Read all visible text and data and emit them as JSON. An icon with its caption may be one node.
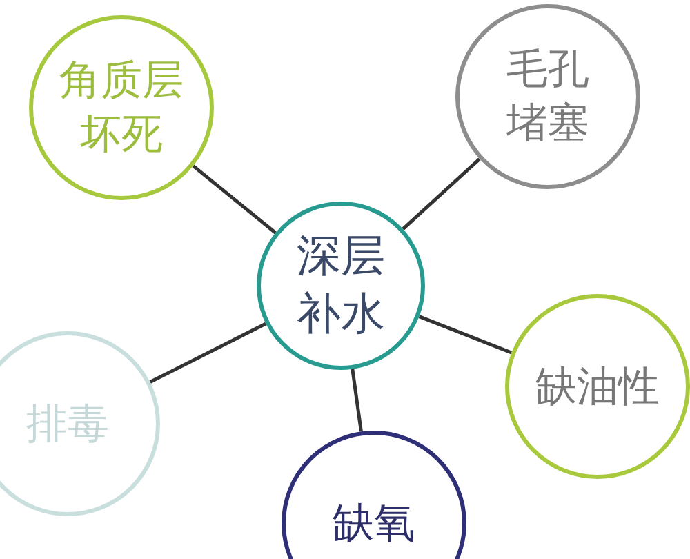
{
  "diagram": {
    "nodes": [
      {
        "text": [
          "角质层坏死"
        ]
      },
      {
        "text": [
          "毛孔堵塞"
        ]
      },
      {
        "text": [
          "深层补水"
        ]
      },
      {
        "text": [
          "排毒"
        ]
      },
      {
        "text": [
          "缺油性"
        ]
      },
      {
        "text": [
          "缺氧"
        ]
      }
    ],
    "edges": [
      {
        "from": 2,
        "to": 0,
        "arrow": "none"
      },
      {
        "from": 2,
        "to": 1,
        "arrow": "none"
      },
      {
        "from": 2,
        "to": 3,
        "arrow": "none"
      },
      {
        "from": 2,
        "to": 4,
        "arrow": "none"
      },
      {
        "from": 2,
        "to": 5,
        "arrow": "none"
      }
    ]
  }
}
